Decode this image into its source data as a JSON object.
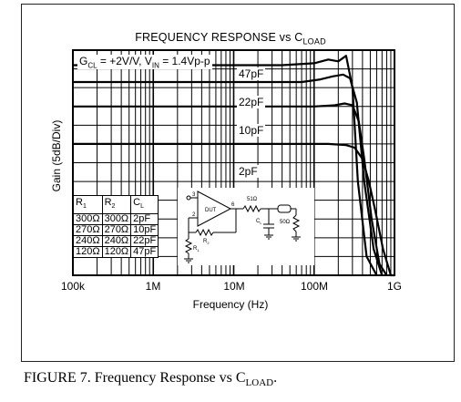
{
  "chart_data": {
    "type": "line",
    "title": "FREQUENCY RESPONSE vs C",
    "title_sub": "LOAD",
    "xlabel": "Frequency (Hz)",
    "ylabel": "Gain (5dB/Div)",
    "x_scale": "log",
    "xlim": [
      100000,
      1000000000
    ],
    "x_tick_labels": [
      "100k",
      "1M",
      "10M",
      "100M",
      "1G"
    ],
    "x_ticks": [
      100000,
      1000000,
      10000000,
      100000000,
      1000000000
    ],
    "ylim": [
      -45,
      15
    ],
    "grid": true,
    "conditions": {
      "prefix": "G",
      "prefix_sub": "CL",
      "mid": " = +2V/V, V",
      "mid_sub": "IN",
      "end": " = 1.4Vp-p"
    },
    "series": [
      {
        "name": "47pF",
        "x": [
          100000,
          40000000,
          100000000,
          150000000,
          200000000,
          250000000,
          300000000,
          350000000,
          450000000,
          600000000
        ],
        "values": [
          11,
          11,
          11.5,
          12.5,
          12,
          13.5,
          5,
          -20,
          -40,
          -50
        ]
      },
      {
        "name": "22pF",
        "x": [
          100000,
          70000000,
          120000000,
          170000000,
          230000000,
          280000000,
          340000000,
          420000000,
          550000000,
          700000000
        ],
        "values": [
          6.5,
          6.5,
          7.2,
          8,
          8.5,
          7.5,
          1,
          -20,
          -38,
          -50
        ]
      },
      {
        "name": "10pF",
        "x": [
          100000,
          100000000,
          180000000,
          240000000,
          300000000,
          360000000,
          420000000,
          520000000,
          650000000,
          800000000
        ],
        "values": [
          0,
          0,
          0.3,
          0.8,
          0.3,
          -4,
          -14,
          -30,
          -42,
          -52
        ]
      },
      {
        "name": "2pF",
        "x": [
          100000,
          150000000,
          250000000,
          320000000,
          400000000,
          480000000,
          580000000,
          720000000,
          900000000,
          1000000000
        ],
        "values": [
          -10,
          -10,
          -10.3,
          -11,
          -14,
          -20,
          -28,
          -38,
          -47,
          -50
        ]
      }
    ],
    "resistor_table": {
      "headers": [
        {
          "main": "R",
          "sub": "1"
        },
        {
          "main": "R",
          "sub": "2"
        },
        {
          "main": "C",
          "sub": "L"
        }
      ],
      "rows": [
        [
          "300Ω",
          "300Ω",
          "2pF"
        ],
        [
          "270Ω",
          "270Ω",
          "10pF"
        ],
        [
          "240Ω",
          "240Ω",
          "22pF"
        ],
        [
          "120Ω",
          "120Ω",
          "47pF"
        ]
      ]
    },
    "schematic": {
      "dut": "DUT",
      "pin_noninv": "3",
      "pin_inv": "2",
      "pin_out": "6",
      "series_r": "51Ω",
      "load_r": "50Ω",
      "cap": "C",
      "cap_sub": "L",
      "r1": "R",
      "r1_sub": "1",
      "r2": "R",
      "r2_sub": "2"
    }
  },
  "caption": {
    "text": "FIGURE 7. Frequency Response vs C",
    "sub": "LOAD",
    "end": "."
  }
}
